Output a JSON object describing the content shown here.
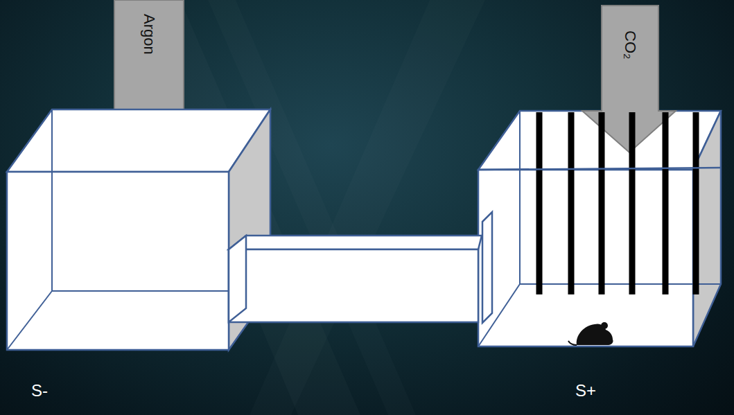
{
  "diagram": {
    "nodes": [
      {
        "text": [
          "S-"
        ]
      },
      {
        "text": [
          "S+"
        ]
      }
    ],
    "edges": [
      {
        "from": 0,
        "to": 1,
        "arrow": "none"
      }
    ],
    "labels": [
      "Argon",
      "CO₂"
    ]
  }
}
